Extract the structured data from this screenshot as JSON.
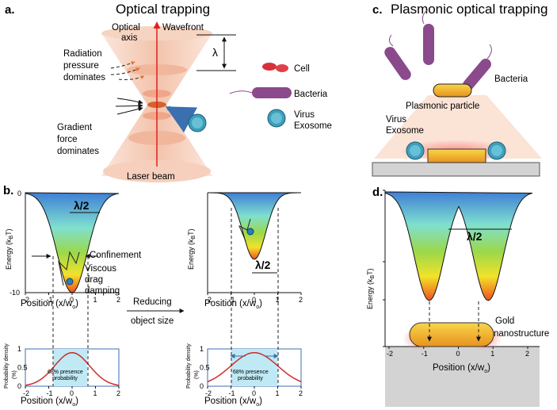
{
  "panels": {
    "a": {
      "letter": "a.",
      "title": "Optical trapping"
    },
    "b": {
      "letter": "b."
    },
    "c": {
      "letter": "c.",
      "title": "Plasmonic optical trapping"
    },
    "d": {
      "letter": "d."
    }
  },
  "labels_a": {
    "optical_axis_1": "Optical",
    "optical_axis_2": "axis",
    "wavefront": "Wavefront",
    "lambda": "λ",
    "radiation_1": "Radiation",
    "radiation_2": "pressure",
    "radiation_3": "dominates",
    "gradient_1": "Gradient",
    "gradient_2": "force",
    "gradient_3": "dominates",
    "laser_beam": "Laser beam"
  },
  "legend": {
    "cell": "Cell",
    "bacteria": "Bacteria",
    "virus_1": "Virus",
    "virus_2": "Exosome"
  },
  "labels_b": {
    "lambda_half": "λ/2",
    "confinement": "Confinement",
    "viscous_1": "Viscous",
    "viscous_2": "drag",
    "viscous_3": "damping",
    "reducing_1": "Reducing",
    "reducing_2": "object size",
    "energy_axis": "Energy (kBT)",
    "energy_prefix": "Energy (k",
    "energy_sub": "B",
    "energy_suffix": "T)",
    "position_prefix": "Position (x/w",
    "position_sub": "o",
    "position_suffix": ")",
    "prob_1": "Probability density",
    "prob_2": "(%)",
    "presence_1": "68% presence",
    "presence_2": "probability"
  },
  "labels_c": {
    "bacteria": "Bacteria",
    "plasmonic_particle": "Plasmonic particle",
    "virus_1": "Virus",
    "virus_2": "Exosome"
  },
  "labels_d": {
    "lambda_half": "λ/2",
    "gold_1": "Gold",
    "gold_2": "nanostructure"
  },
  "chart_data": [
    {
      "type": "area",
      "panel": "b-left-energy",
      "ylabel": "Energy (kBT)",
      "xlabel": "Position (x/wo)",
      "x_ticks": [
        -2,
        -1,
        0,
        1,
        2
      ],
      "y_ticks": [
        0,
        -10
      ],
      "xlim": [
        -2,
        2
      ],
      "ylim": [
        -10,
        0
      ]
    },
    {
      "type": "area",
      "panel": "b-right-energy",
      "ylabel": "Energy (kBT)",
      "xlabel": "Position (x/wo)",
      "x_ticks": [
        -2,
        -1,
        0,
        1,
        2
      ],
      "xlim": [
        -2,
        2
      ]
    },
    {
      "type": "line",
      "panel": "b-left-probability",
      "ylabel": "Probability density (%)",
      "xlabel": "Position (x/wo)",
      "x_ticks": [
        -2,
        -1,
        0,
        1,
        2
      ],
      "y_ticks": [
        0,
        0.5,
        1
      ],
      "xlim": [
        -2,
        2
      ],
      "ylim": [
        0,
        1
      ],
      "shaded_interval": [
        -0.8,
        0.65
      ],
      "annotation": "68% presence probability"
    },
    {
      "type": "line",
      "panel": "b-right-probability",
      "ylabel": "Probability density (%)",
      "xlabel": "Position (x/wo)",
      "x_ticks": [
        -2,
        -1,
        0,
        1,
        2
      ],
      "y_ticks": [
        0,
        0.5,
        1
      ],
      "xlim": [
        -2,
        2
      ],
      "ylim": [
        0,
        1
      ],
      "shaded_interval": [
        -1,
        1
      ],
      "annotation": "68% presence probability"
    },
    {
      "type": "area",
      "panel": "d-energy",
      "ylabel": "Energy (kBT)",
      "xlabel": "Position (x/wo)",
      "x_ticks": [
        -2,
        -1,
        0,
        1,
        2
      ],
      "xlim": [
        -2,
        2
      ]
    }
  ],
  "colors": {
    "beam": "#f3c9b4",
    "optical_axis": "#e02020",
    "cell": "#d9303a",
    "bacteria": "#8a4a8c",
    "virus": "#4aa3bd",
    "particle": "#f0a92a",
    "prob_curve": "#d22a2a",
    "prob_fill": "#bfeaf5"
  }
}
